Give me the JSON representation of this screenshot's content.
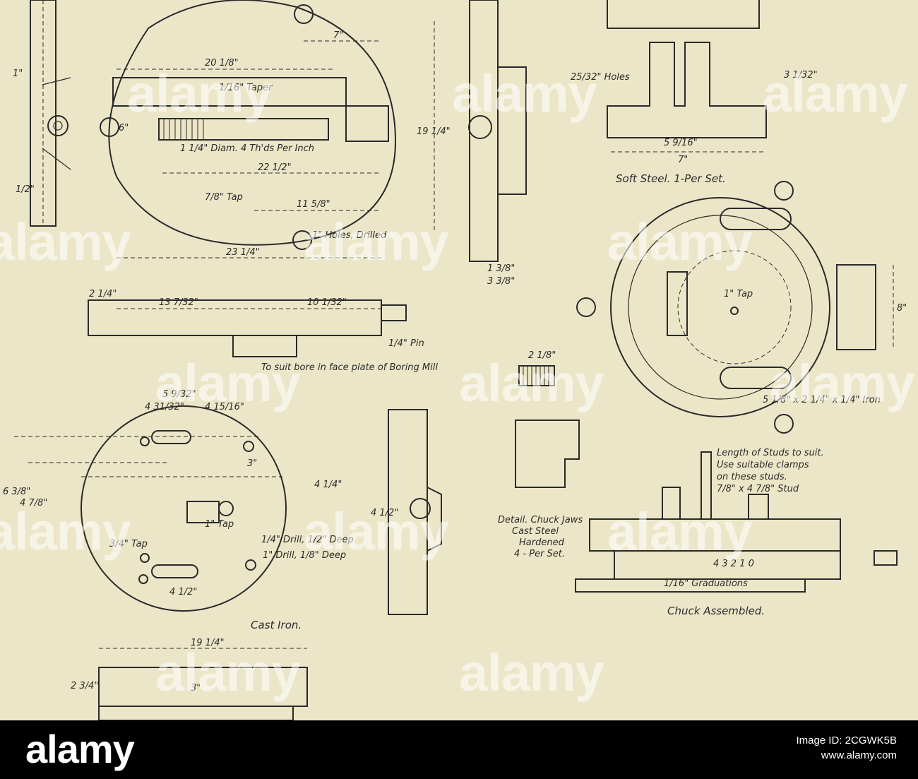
{
  "watermark": {
    "brand": "alamy"
  },
  "labels": {
    "top_7": "7\"",
    "d_20_1_8": "20 1/8\"",
    "taper": "1/16\" Taper",
    "d_6": "6\"",
    "tap_7_8": "7/8\" Tap",
    "d_22_1_2": "22 1/2\"",
    "d_11_5_8": "11 5/8\"",
    "diam_note": "1 1/4\" Diam. 4 Th'ds Per Inch",
    "holes_drilled": "1\" Holes, Drilled",
    "d_23_1_4": "23 1/4\"",
    "d_2_1_4_a": "2 1/4\"",
    "d_13_7_32": "13 7/32\"",
    "d_10_1_32": "10 1/32\"",
    "pin": "1/4\" Pin",
    "bore_note": "To suit bore in face plate of Boring Mill",
    "d_19_1_4_side": "19 1/4\"",
    "d_1_3_8": "1 3/8\"",
    "d_3_3_8": "3 3/8\"",
    "holes_25_32": "25/32\" Holes",
    "d_5_9_16": "5 9/16\"",
    "d_7_bracket": "7\"",
    "d_3_1_32": "3 1/32\"",
    "soft_steel": "Soft Steel.  1-Per Set.",
    "d_8": "8\"",
    "tap_1_a": "1\" Tap",
    "iron_note": "5 1/8\" x 2 1/4\" x 1/4\" Iron",
    "d_5_9_32": "5 9/32\"",
    "d_4_31_32": "4 31/32\"",
    "d_4_15_16": "4 15/16\"",
    "d_6_3_8": "6 3/8\"",
    "d_4_7_8": "4 7/8\"",
    "d_4_1_4": "4 1/4\"",
    "d_3": "3\"",
    "tap_1_b": "1\" Tap",
    "tap_3_4": "3/4\" Tap",
    "drill_1_4": "1/4\" Drill, 1/2\" Deep",
    "drill_1": "1\" Drill, 1/8\" Deep",
    "d_4_1_2": "4 1/2\"",
    "cast_iron": "Cast Iron.",
    "d_19_1_4_bottom": "19 1/4\"",
    "d_2_3_4": "2 3/4\"",
    "d_3_bottom": "3\"",
    "d_2_1_8": "2 1/8\"",
    "jaws_caption": "Detail. Chuck Jaws Cast Steel Hardened 4 - Per Set.",
    "studs_note": "Length of Studs to suit. Use suitable clamps on these studs.",
    "stud": "7/8\" x 4 7/8\" Stud",
    "scale": "4 3 2 1 0",
    "graduations": "1/16\" Graduations",
    "assembled": "Chuck Assembled."
  },
  "footer": {
    "brand": "alamy",
    "image_id": "Image ID: 2CGWK5B",
    "site": "www.alamy.com"
  }
}
